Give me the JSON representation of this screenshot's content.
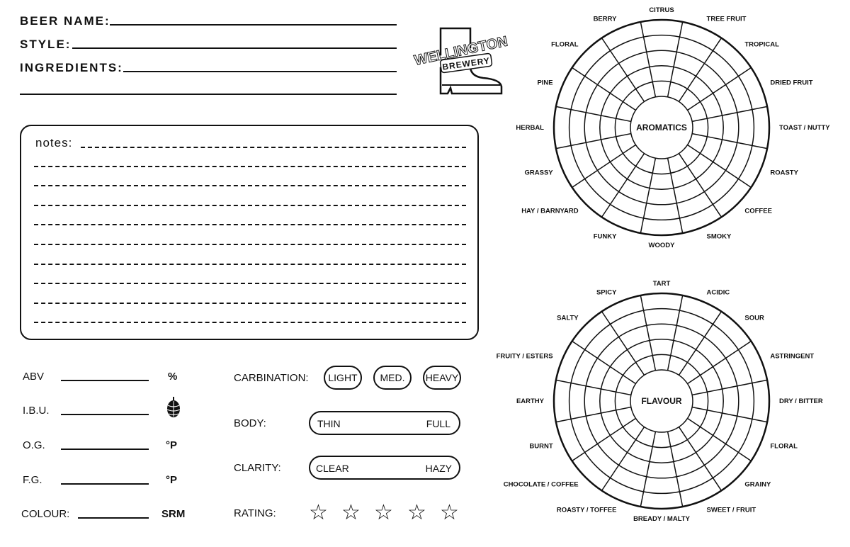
{
  "header": {
    "beer_name_label": "BEER NAME:",
    "style_label": "STYLE:",
    "ingredients_label": "INGREDIENTS:"
  },
  "logo": {
    "line1": "WELLINGTON",
    "line2": "BREWERY"
  },
  "notes": {
    "label": "notes:"
  },
  "stats": {
    "abv": {
      "label": "ABV",
      "unit": "%"
    },
    "ibu": {
      "label": "I.B.U.",
      "unit_icon": "hop-icon"
    },
    "og": {
      "label": "O.G.",
      "unit": "°P"
    },
    "fg": {
      "label": "F.G.",
      "unit": "°P"
    },
    "colour": {
      "label": "COLOUR:",
      "unit": "SRM"
    }
  },
  "carbination": {
    "label": "CARBINATION:",
    "options": [
      "LIGHT",
      "MED.",
      "HEAVY"
    ]
  },
  "body": {
    "label": "BODY:",
    "left": "THIN",
    "right": "FULL"
  },
  "clarity": {
    "label": "CLARITY:",
    "left": "CLEAR",
    "right": "HAZY"
  },
  "rating": {
    "label": "RATING:",
    "stars": 5,
    "star_glyph": "☆"
  },
  "aromatics_wheel": {
    "center": "AROMATICS",
    "segments": [
      "CITRUS",
      "TREE FRUIT",
      "TROPICAL",
      "DRIED FRUIT",
      "TOAST / NUTTY",
      "ROASTY",
      "COFFEE",
      "SMOKY",
      "WOODY",
      "FUNKY",
      "HAY / BARNYARD",
      "GRASSY",
      "HERBAL",
      "PINE",
      "FLORAL",
      "BERRY"
    ]
  },
  "flavour_wheel": {
    "center": "FLAVOUR",
    "segments": [
      "TART",
      "ACIDIC",
      "SOUR",
      "ASTRINGENT",
      "DRY / BITTER",
      "FLORAL",
      "GRAINY",
      "SWEET / FRUIT",
      "BREADY / MALTY",
      "ROASTY / TOFFEE",
      "CHOCOLATE / COFFEE",
      "BURNT",
      "EARTHY",
      "FRUITY / ESTERS",
      "SALTY",
      "SPICY"
    ]
  }
}
